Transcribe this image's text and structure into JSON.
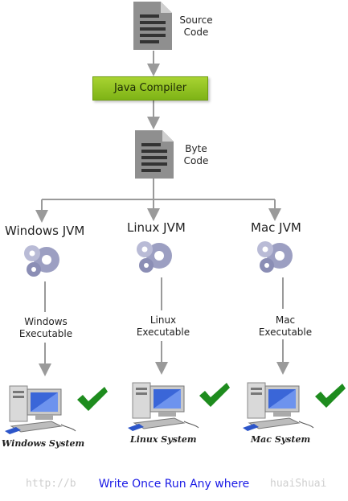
{
  "source_code": "Source\nCode",
  "compiler": "Java Compiler",
  "byte_code": "Byte\nCode",
  "columns": [
    {
      "jvm": "Windows JVM",
      "executable": "Windows\nExecutable",
      "system": "Windows System"
    },
    {
      "jvm": "Linux JVM",
      "executable": "Linux\nExecutable",
      "system": "Linux System"
    },
    {
      "jvm": "Mac JVM",
      "executable": "Mac\nExecutable",
      "system": "Mac System"
    }
  ],
  "watermark": "http://b",
  "watermark_right": "huaiShuai",
  "slogan": "Write Once Run Any where",
  "colors": {
    "compiler": "#8cc21e",
    "slogan": "#1a1ae6",
    "check": "#1e8c1e",
    "arrow": "#9a9a9a"
  }
}
